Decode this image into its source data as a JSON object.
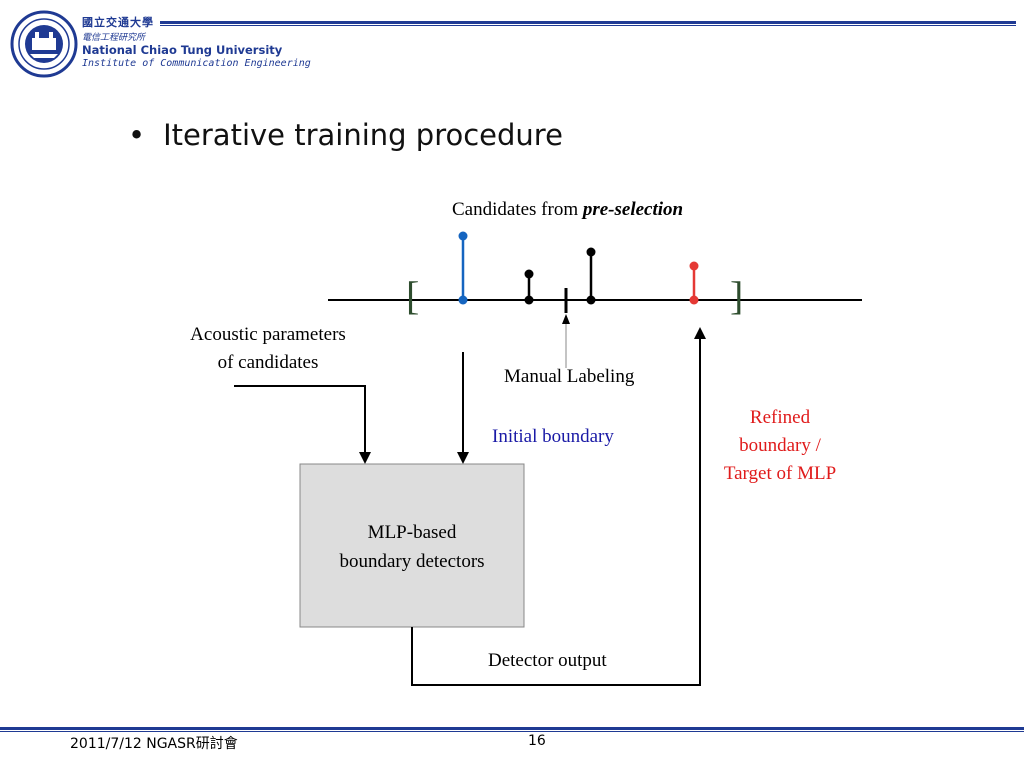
{
  "header": {
    "university_cn": "國立交通大學",
    "institute_cn": "電信工程研究所",
    "university_en": "National Chiao Tung University",
    "institute_en": "Institute of Communication Engineering",
    "accent_color": "#1f3a93"
  },
  "slide": {
    "bullet": "Iterative training procedure"
  },
  "diagram": {
    "candidates_label_prefix": "Candidates from ",
    "candidates_label_emph": "pre-selection",
    "acoustic_label_line1": "Acoustic parameters",
    "acoustic_label_line2": "of candidates",
    "manual_label": "Manual Labeling",
    "initial_boundary": "Initial boundary",
    "refined_line1": "Refined",
    "refined_line2": "boundary /",
    "refined_line3": "Target of MLP",
    "detector_line1": "MLP-based",
    "detector_line2": "boundary detectors",
    "detector_output": "Detector output",
    "bracket_open": "[",
    "bracket_close": "]",
    "colors": {
      "initial": "#1565c0",
      "refined": "#e53935",
      "bracket": "#2e4d2e",
      "detector_fill": "#dddddd"
    }
  },
  "footer": {
    "date_event": "2011/7/12 NGASR研討會",
    "page_number": "16"
  }
}
